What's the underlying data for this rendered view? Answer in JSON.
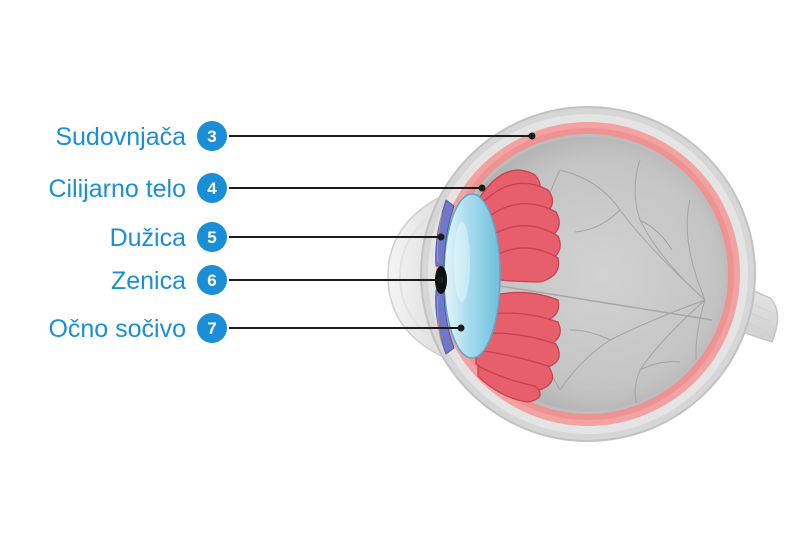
{
  "colors": {
    "label": "#1a8fd8",
    "badge": "#1a8fd8",
    "badge_text": "#ffffff",
    "leader_line": "#1c1c1c",
    "sclera": "#d4d4d4",
    "choroid": "#f2a0a0",
    "ciliary_body": "#e85c68",
    "lens": "#a8dcef",
    "iris": "#6a76c8",
    "pupil": "#111111"
  },
  "labels": [
    {
      "number": "3",
      "text": "Sudovnjača"
    },
    {
      "number": "4",
      "text": "Cilijarno telo"
    },
    {
      "number": "5",
      "text": "Dužica"
    },
    {
      "number": "6",
      "text": "Zenica"
    },
    {
      "number": "7",
      "text": "Očno sočivo"
    }
  ]
}
